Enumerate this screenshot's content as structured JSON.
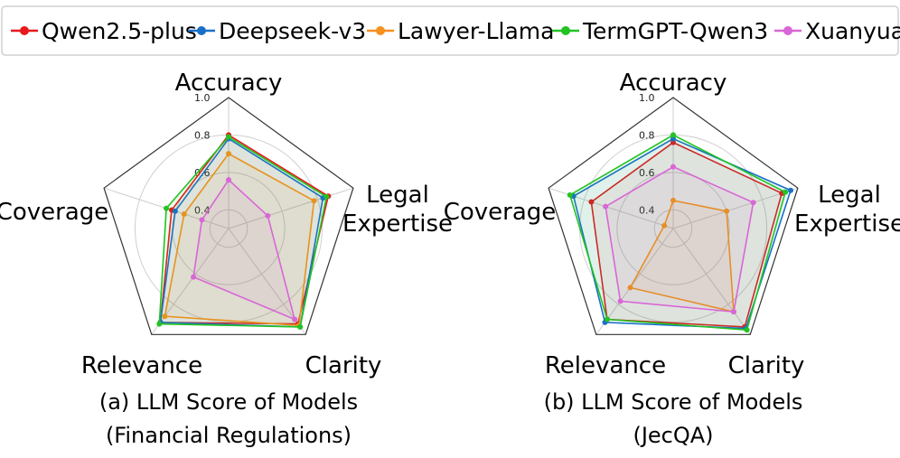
{
  "legend": [
    {
      "name": "Qwen2.5-plus",
      "color": "#e8191c"
    },
    {
      "name": "Deepseek-v3",
      "color": "#1a6fc9"
    },
    {
      "name": "Lawyer-Llama",
      "color": "#f7901e"
    },
    {
      "name": "TermGPT-Qwen3",
      "color": "#22c322"
    },
    {
      "name": "Xuanyuan",
      "color": "#d966d6"
    }
  ],
  "chart_data": [
    {
      "type": "radar",
      "caption_line1": "(a) LLM Score of Models",
      "caption_line2": "(Financial Regulations)",
      "axes": [
        "Accuracy",
        "Legal Expertise",
        "Clarity",
        "Relevance",
        "Coverage"
      ],
      "axis_label_lines": [
        [
          "Accuracy"
        ],
        [
          "Legal",
          "Expertise"
        ],
        [
          "Clarity"
        ],
        [
          "Relevance"
        ],
        [
          "Coverage"
        ]
      ],
      "ticks": [
        "0.4",
        "0.6",
        "0.8",
        "1.0"
      ],
      "range": [
        0.3,
        1.0
      ],
      "series": [
        {
          "name": "Qwen2.5-plus",
          "values": [
            0.8,
            0.86,
            0.93,
            0.92,
            0.62
          ]
        },
        {
          "name": "Deepseek-v3",
          "values": [
            0.78,
            0.83,
            0.95,
            0.92,
            0.6
          ]
        },
        {
          "name": "Lawyer-Llama",
          "values": [
            0.7,
            0.78,
            0.94,
            0.88,
            0.55
          ]
        },
        {
          "name": "TermGPT-Qwen3",
          "values": [
            0.79,
            0.85,
            0.95,
            0.93,
            0.65
          ]
        },
        {
          "name": "Xuanyuan",
          "values": [
            0.56,
            0.52,
            0.9,
            0.62,
            0.45
          ]
        }
      ]
    },
    {
      "type": "radar",
      "caption_line1": "(b) LLM Score of Models",
      "caption_line2": "(JecQA)",
      "axes": [
        "Accuracy",
        "Legal Expertise",
        "Clarity",
        "Relevance",
        "Coverage"
      ],
      "axis_label_lines": [
        [
          "Accuracy"
        ],
        [
          "Legal",
          "Expertise"
        ],
        [
          "Clarity"
        ],
        [
          "Relevance"
        ],
        [
          "Coverage"
        ]
      ],
      "ticks": [
        "0.4",
        "0.6",
        "0.8",
        "1.0"
      ],
      "range": [
        0.3,
        1.0
      ],
      "series": [
        {
          "name": "Qwen2.5-plus",
          "values": [
            0.76,
            0.91,
            0.95,
            0.9,
            0.76
          ]
        },
        {
          "name": "Deepseek-v3",
          "values": [
            0.78,
            0.96,
            0.96,
            0.92,
            0.86
          ]
        },
        {
          "name": "Lawyer-Llama",
          "values": [
            0.45,
            0.6,
            0.85,
            0.69,
            0.35
          ]
        },
        {
          "name": "TermGPT-Qwen3",
          "values": [
            0.8,
            0.93,
            0.97,
            0.9,
            0.88
          ]
        },
        {
          "name": "Xuanyuan",
          "values": [
            0.63,
            0.75,
            0.85,
            0.78,
            0.68
          ]
        }
      ]
    }
  ]
}
